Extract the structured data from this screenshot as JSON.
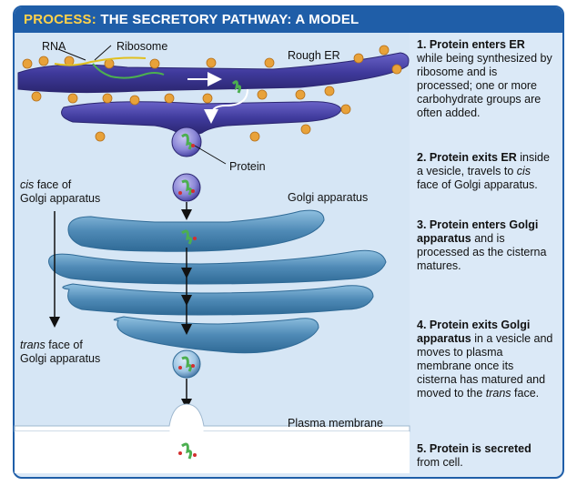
{
  "title": {
    "prefix": "PROCESS:",
    "text": "THE SECRETORY PATHWAY: A MODEL"
  },
  "labels": {
    "rna": "RNA",
    "ribosome": "Ribosome",
    "rough_er": "Rough ER",
    "protein": "Protein",
    "golgi": "Golgi apparatus",
    "cis_italic": "cis",
    "cis_rest": " face of",
    "cis_line2": "Golgi apparatus",
    "trans_italic": "trans",
    "trans_rest": " face of",
    "trans_line2": "Golgi apparatus",
    "plasma_membrane": "Plasma membrane"
  },
  "steps": [
    {
      "number": "1.",
      "bold": " Protein enters ER",
      "text": " while being synthesized by ribosome and is processed; one or more carbohydrate groups are often added."
    },
    {
      "number": "2.",
      "bold": " Protein exits ER",
      "text": " inside a vesicle, travels to ",
      "italic": "cis",
      "text2": " face of Golgi apparatus."
    },
    {
      "number": "3.",
      "bold": " Protein enters Golgi apparatus",
      "text": " and is processed as the cisterna matures."
    },
    {
      "number": "4.",
      "bold": " Protein exits Golgi apparatus",
      "text": " in a vesicle and moves to plasma membrane once its cisterna has matured and moved to the ",
      "italic": "trans",
      "text2": " face."
    },
    {
      "number": "5.",
      "bold": " Protein is secreted",
      "text": " from cell."
    }
  ],
  "colors": {
    "header": "#1f5ea8",
    "title_prefix": "#ffd24a",
    "background": "#dbe9f7",
    "er": "#3f3a9c",
    "golgi": "#5b93bd",
    "ribosome": "#e8a23a",
    "protein": "#4caf50"
  }
}
